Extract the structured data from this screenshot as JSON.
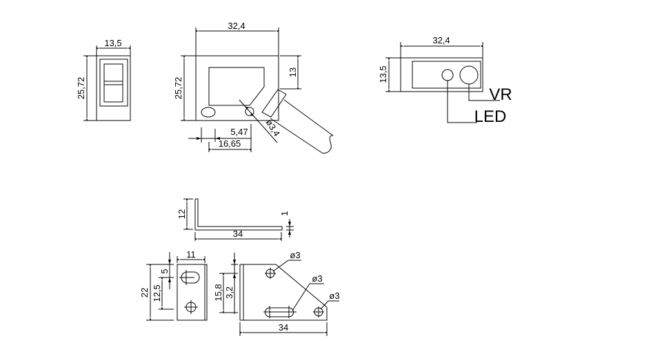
{
  "front_view": {
    "width": "13,5",
    "height": "25,72"
  },
  "side_view": {
    "width": "32,4",
    "height": "25,72",
    "cable_offset": "13",
    "hole_diameter": "ø3,4",
    "offset_small": "5,47",
    "offset_large": "16,65"
  },
  "top_view": {
    "width": "32,4",
    "height": "13,5",
    "label_vr": "VR",
    "label_led": "LED"
  },
  "bracket_profile": {
    "height": "12",
    "length": "34",
    "thickness": "1"
  },
  "bracket_small_plate": {
    "width": "11",
    "height": "22",
    "hole_spacing": "12,5",
    "slot_offset": "5"
  },
  "bracket_large_plate": {
    "length": "34",
    "hole_spacing": "15,8",
    "edge_offset": "3,2",
    "hole_1": "ø3",
    "hole_2": "ø3",
    "hole_3": "ø3"
  }
}
